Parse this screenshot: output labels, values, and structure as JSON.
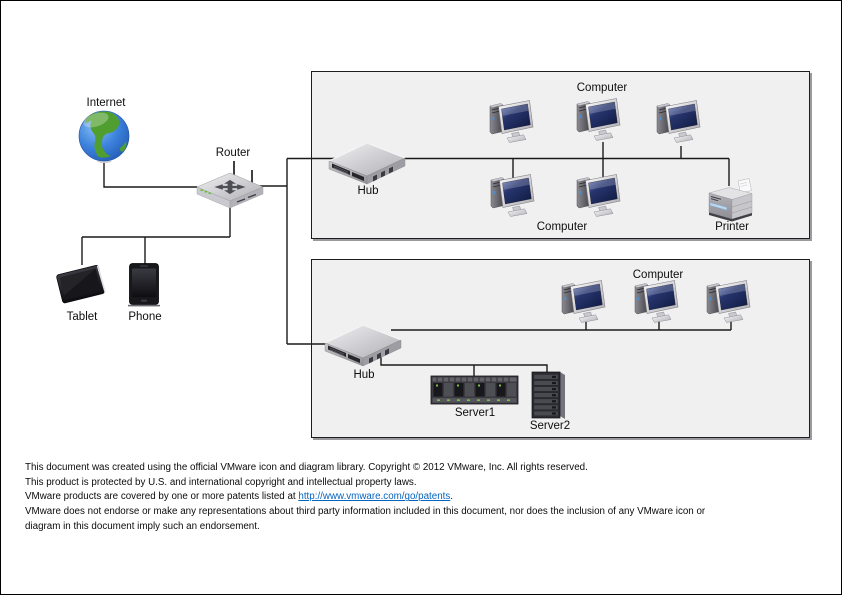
{
  "diagram": {
    "nodes": {
      "internet": {
        "label": "Internet"
      },
      "router": {
        "label": "Router"
      },
      "tablet": {
        "label": "Tablet"
      },
      "phone": {
        "label": "Phone"
      },
      "lan1": {
        "hub_label": "Hub",
        "computer_top_label": "Computer",
        "computer_bottom_label": "Computer",
        "printer_label": "Printer"
      },
      "lan2": {
        "hub_label": "Hub",
        "computer_label": "Computer",
        "server1_label": "Server1",
        "server2_label": "Server2"
      }
    },
    "colors": {
      "lan_box_fill": "#f0f0f1",
      "connector_line": "#1a1a1a",
      "monitor_screen": "#1e2c62",
      "led_green": "#79c143",
      "globe_ocean": "#2b6fd4",
      "globe_land": "#4f9e2f",
      "link_blue": "#0563c1"
    }
  },
  "footer": {
    "line1": "This document was created using the official VMware icon and diagram library.  Copyright © 2012 VMware, Inc. All rights reserved.",
    "line2": "This product is protected by U.S. and international copyright and intellectual property laws.",
    "line3_prefix": "VMware products are covered by one or more patents listed at ",
    "line3_link": "http://www.vmware.com/go/patents",
    "line3_suffix": ".",
    "line4": "VMware does not endorse or make any representations about  third party information included in this document, nor does the inclusion of any VMware icon or",
    "line5": "diagram in this document imply such an endorsement."
  }
}
